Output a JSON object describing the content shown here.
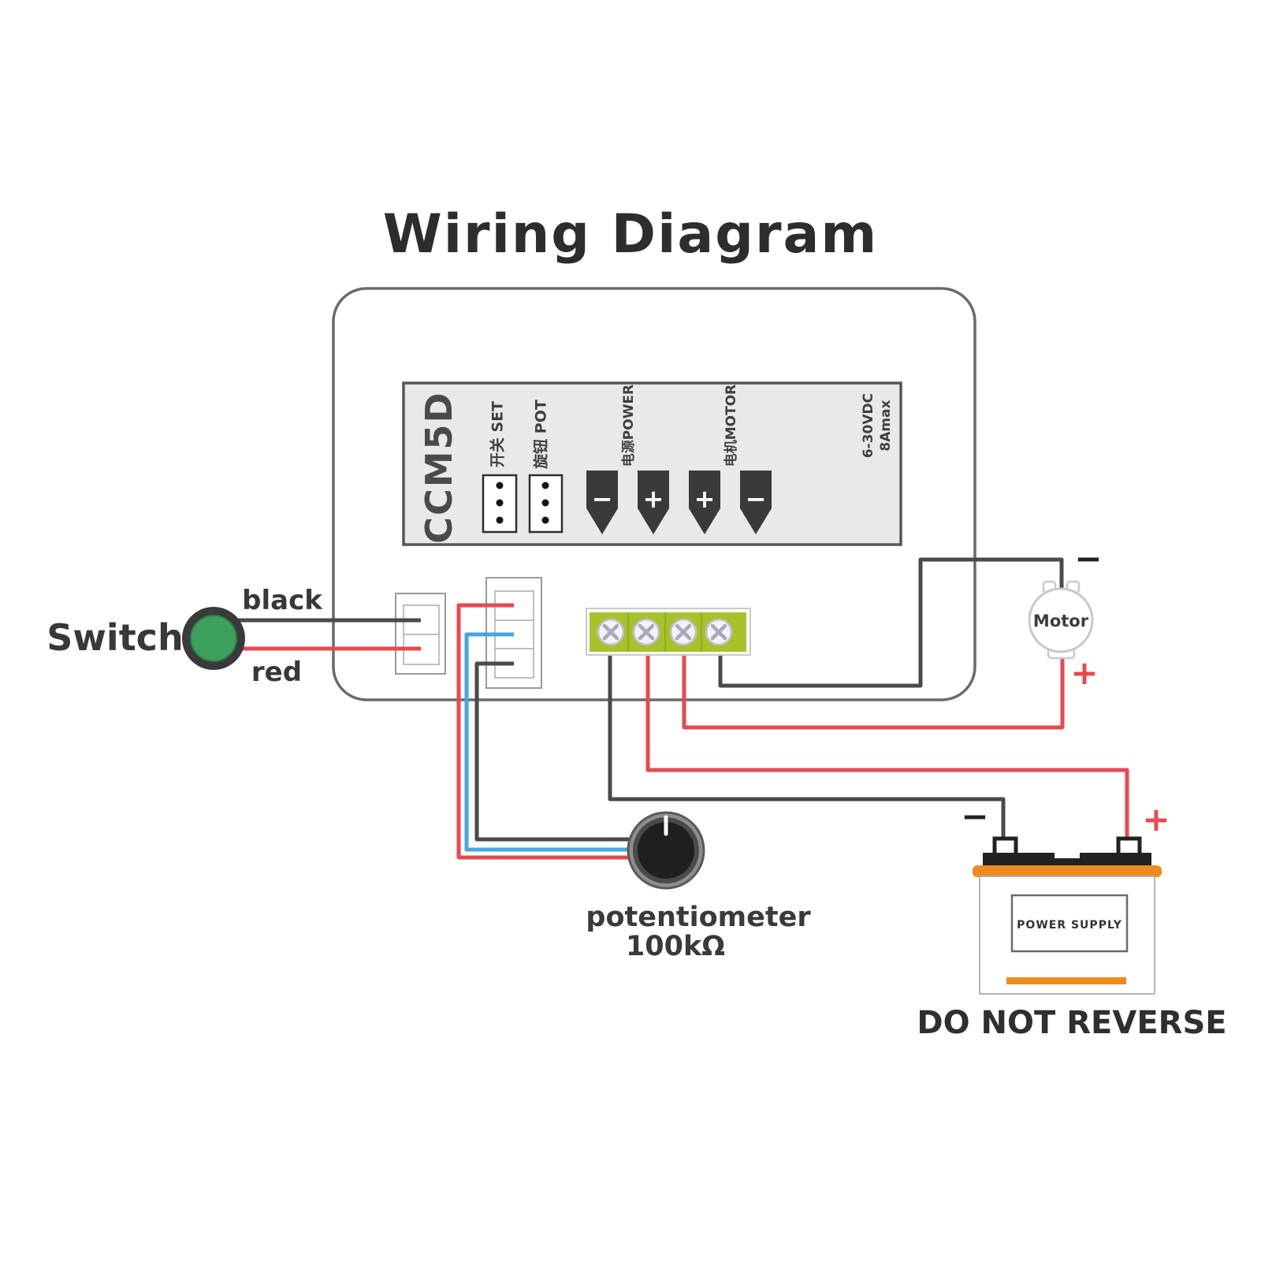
{
  "title": "Wiring Diagram",
  "controller": {
    "model": "CCM5D",
    "set_connector_label": "开关 SET",
    "pot_connector_label": "旋钮 POT",
    "power_terminals_label": "电源POWER",
    "motor_terminals_label": "电机MOTOR",
    "rating_voltage": "6-30VDC",
    "rating_current": "8Amax",
    "terminal_signs": [
      "−",
      "+",
      "+",
      "−"
    ]
  },
  "switch": {
    "label": "Switch",
    "black_wire_label": "black",
    "red_wire_label": "red"
  },
  "potentiometer": {
    "label": "potentiometer",
    "value": "100kΩ"
  },
  "motor": {
    "label": "Motor",
    "minus": "−",
    "plus": "+"
  },
  "power_supply": {
    "label": "POWER SUPPLY",
    "warning": "DO NOT REVERSE",
    "minus": "−",
    "plus": "+"
  },
  "colors": {
    "wire_black": "#4a4a4a",
    "wire_red": "#e8494f",
    "wire_blue": "#45a7e0",
    "terminal_green": "#a7c32b",
    "terminal_green_dark": "#93b01f",
    "battery_orange": "#ef8a1e",
    "switch_green": "#3da05c"
  }
}
